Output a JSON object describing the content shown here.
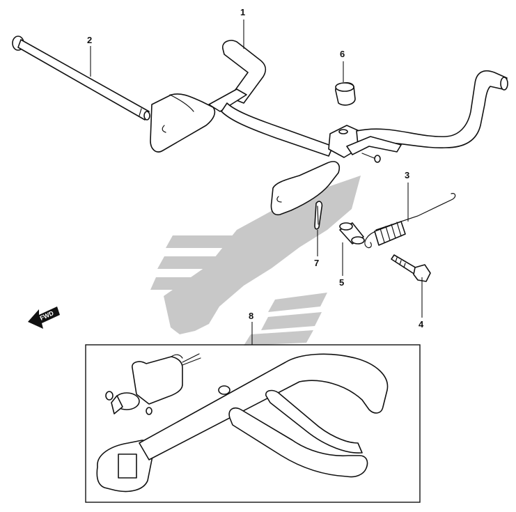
{
  "callouts": [
    {
      "id": "1",
      "label": "1"
    },
    {
      "id": "2",
      "label": "2"
    },
    {
      "id": "3",
      "label": "3"
    },
    {
      "id": "4",
      "label": "4"
    },
    {
      "id": "5",
      "label": "5"
    },
    {
      "id": "6",
      "label": "6"
    },
    {
      "id": "7",
      "label": "7"
    },
    {
      "id": "8",
      "label": "8"
    }
  ],
  "fwd_label": "FWD",
  "colors": {
    "line": "#111111",
    "watermark": "#c8c8c8",
    "background": "#ffffff"
  }
}
